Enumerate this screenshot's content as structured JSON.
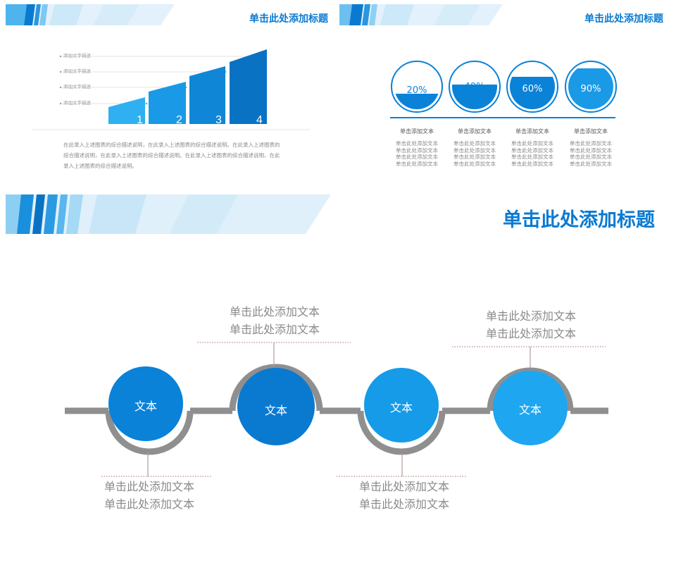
{
  "panel_a": {
    "title": "单击此处添加标题",
    "labels": [
      "添加文字描述",
      "添加文字描述",
      "添加文字描述",
      "添加文字描述"
    ],
    "steps": [
      "1",
      "2",
      "3",
      "4"
    ],
    "description": "在此录入上述图表的综合描述说明，在此录入上述图表的综合描述说明。在此录入上述图表的综合描述说明，在此录入上述图表的综合描述说明。在此录入上述图表的综合描述说明，在此录入上述图表的综合描述说明。"
  },
  "panel_b": {
    "title": "单击此处添加标题",
    "items": [
      {
        "percent": "20%",
        "fill": 0.35,
        "heading": "单击添加文本",
        "lines": [
          "单击此处添加文本",
          "单击此处添加文本",
          "单击此处添加文本",
          "单击此处添加文本"
        ]
      },
      {
        "percent": "40%",
        "fill": 0.55,
        "heading": "单击添加文本",
        "lines": [
          "单击此处添加文本",
          "单击此处添加文本",
          "单击此处添加文本",
          "单击此处添加文本"
        ]
      },
      {
        "percent": "60%",
        "fill": 0.72,
        "heading": "单击添加文本",
        "lines": [
          "单击此处添加文本",
          "单击此处添加文本",
          "单击此处添加文本",
          "单击此处添加文本"
        ]
      },
      {
        "percent": "90%",
        "fill": 0.9,
        "heading": "单击添加文本",
        "lines": [
          "单击此处添加文本",
          "单击此处添加文本",
          "单击此处添加文本",
          "单击此处添加文本"
        ]
      }
    ]
  },
  "panel_c": {
    "title": "单击此处添加标题",
    "nodes": [
      {
        "label": "文本"
      },
      {
        "label": "文本"
      },
      {
        "label": "文本"
      },
      {
        "label": "文本"
      }
    ],
    "captions": [
      {
        "line1": "单击此处添加文本",
        "line2": "单击此处添加文本"
      },
      {
        "line1": "单击此处添加文本",
        "line2": "单击此处添加文本"
      },
      {
        "line1": "单击此处添加文本",
        "line2": "单击此处添加文本"
      },
      {
        "line1": "单击此处添加文本",
        "line2": "单击此处添加文本"
      }
    ]
  },
  "colors": {
    "brand_blue": "#0a7ad1",
    "mid_blue": "#1a9ae6",
    "light_blue": "#2fb0f0",
    "track_gray": "#8f8f8f",
    "text_gray": "#8a8a8a"
  }
}
